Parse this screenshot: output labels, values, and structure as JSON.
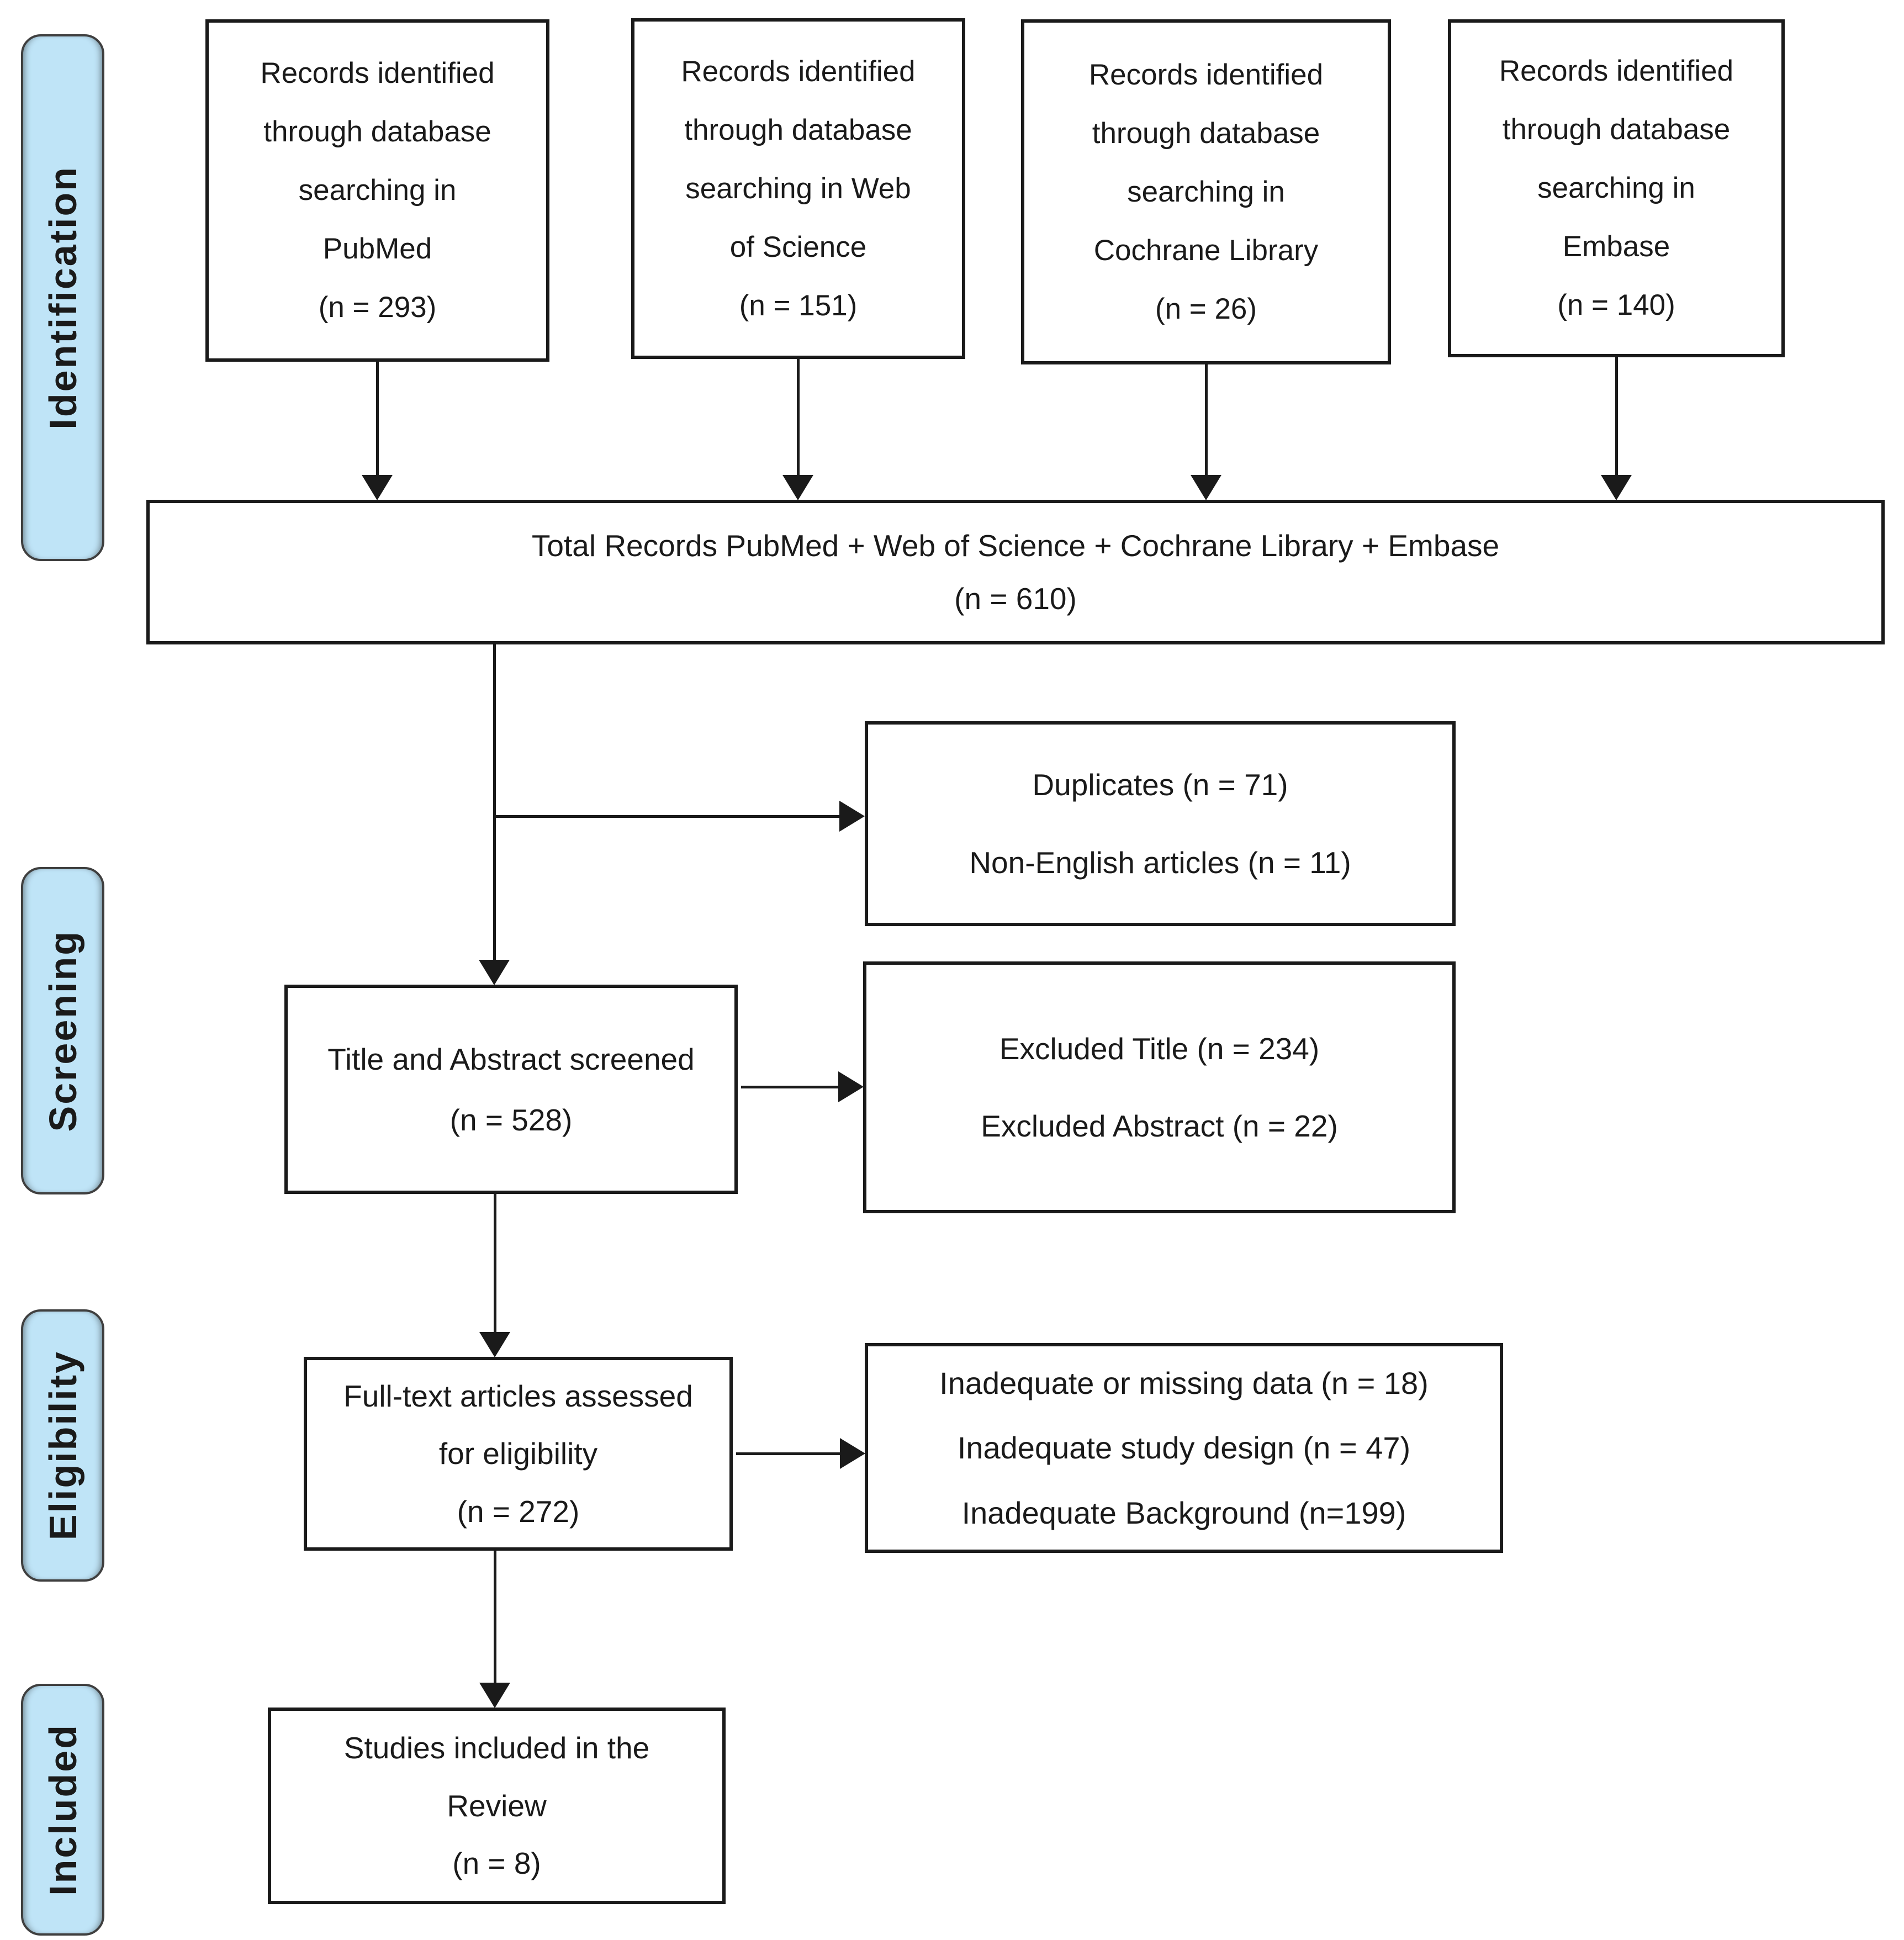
{
  "diagram": {
    "colors": {
      "stage_fill": "#BFE4F7",
      "stage_border": "#3f3f3f",
      "box_border": "#1a1a1a"
    },
    "stages": [
      {
        "label": "Identification"
      },
      {
        "label": "Screening"
      },
      {
        "label": "Eligibility"
      },
      {
        "label": "Included"
      }
    ],
    "sources": [
      {
        "lines": [
          "Records identified",
          "through database",
          "searching in",
          "PubMed",
          "(n = 293)"
        ]
      },
      {
        "lines": [
          "Records identified",
          "through database",
          "searching in Web",
          "of Science",
          "(n = 151)"
        ]
      },
      {
        "lines": [
          "Records identified",
          "through database",
          "searching in",
          "Cochrane Library",
          "(n = 26)"
        ]
      },
      {
        "lines": [
          "Records identified",
          "through database",
          "searching in",
          "Embase",
          "(n = 140)"
        ]
      }
    ],
    "total": {
      "lines": [
        "Total Records PubMed + Web of Science + Cochrane Library + Embase",
        "(n = 610)"
      ]
    },
    "duplicates": {
      "lines": [
        "Duplicates (n = 71)",
        "Non-English articles (n = 11)"
      ]
    },
    "screened": {
      "lines": [
        "Title and Abstract screened",
        "(n = 528)"
      ]
    },
    "excluded": {
      "lines": [
        "Excluded Title (n = 234)",
        "Excluded Abstract (n = 22)"
      ]
    },
    "fulltext": {
      "lines": [
        "Full-text articles assessed",
        "for eligibility",
        "(n = 272)"
      ]
    },
    "reasons": {
      "lines": [
        "Inadequate or missing data (n = 18)",
        "Inadequate study design (n = 47)",
        "Inadequate Background (n=199)"
      ]
    },
    "included_box": {
      "lines": [
        "Studies included in the",
        "Review",
        "(n = 8)"
      ]
    }
  }
}
